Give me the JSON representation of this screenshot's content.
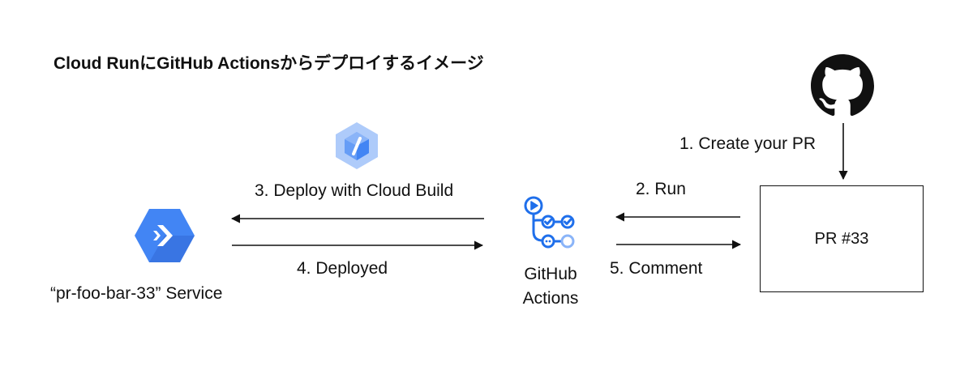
{
  "title": "Cloud RunにGitHub Actionsからデプロイするイメージ",
  "steps": {
    "create_pr": "1. Create your PR",
    "run": "2. Run",
    "deploy": "3. Deploy with Cloud Build",
    "deployed": "4. Deployed",
    "comment": "5. Comment"
  },
  "nodes": {
    "pr_box": "PR #33",
    "github_actions_line1": "GitHub",
    "github_actions_line2": "Actions",
    "service": "“pr-foo-bar-33” Service"
  },
  "icons": {
    "github": "github-octocat-icon",
    "cloud_build": "cloud-build-icon",
    "cloud_run": "cloud-run-icon",
    "github_actions": "github-actions-icon"
  },
  "colors": {
    "cloud_build_light": "#aecbfa",
    "cloud_build_mid": "#669df6",
    "cloud_run_blue": "#4285f4",
    "actions_blue": "#1f6feb",
    "line": "#111111"
  }
}
